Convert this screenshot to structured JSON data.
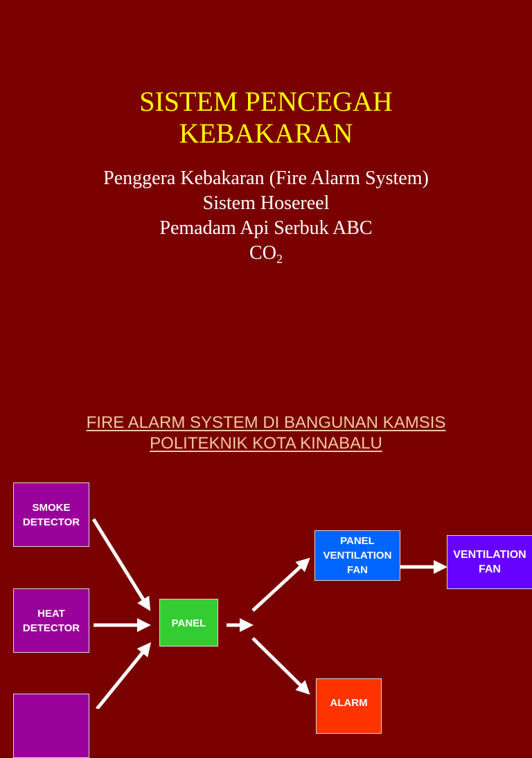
{
  "slide": {
    "title": [
      "SISTEM PENCEGAH",
      "KEBAKARAN"
    ],
    "bullets": [
      "Penggera Kebakaran (Fire Alarm System)",
      "Sistem Hosereel",
      "Pemadam Api Serbuk ABC"
    ],
    "co2": {
      "base": "CO",
      "subscript": "2"
    }
  },
  "diagram": {
    "title": [
      "FIRE ALARM SYSTEM DI BANGUNAN KAMSIS",
      "POLITEKNIK KOTA KINABALU"
    ],
    "nodes": {
      "smoke_detector": [
        "SMOKE",
        "DETECTOR"
      ],
      "heat_detector": [
        "HEAT",
        "DETECTOR"
      ],
      "panel": "PANEL",
      "panel_ventilation_fan": [
        "PANEL",
        "VENTILATION",
        "FAN"
      ],
      "ventilation_fan": [
        "VENTILATION",
        "FAN"
      ],
      "alarm": "ALARM"
    },
    "colors": {
      "background": "#7a0000",
      "title": "#ffff00",
      "subtitle": "#f1c9a0",
      "detector": "#9a009a",
      "panel": "#33cc33",
      "panel_ventilation_fan": "#0066ff",
      "ventilation_fan": "#6600ff",
      "alarm": "#ff3300",
      "arrow": "#ffffff"
    }
  }
}
